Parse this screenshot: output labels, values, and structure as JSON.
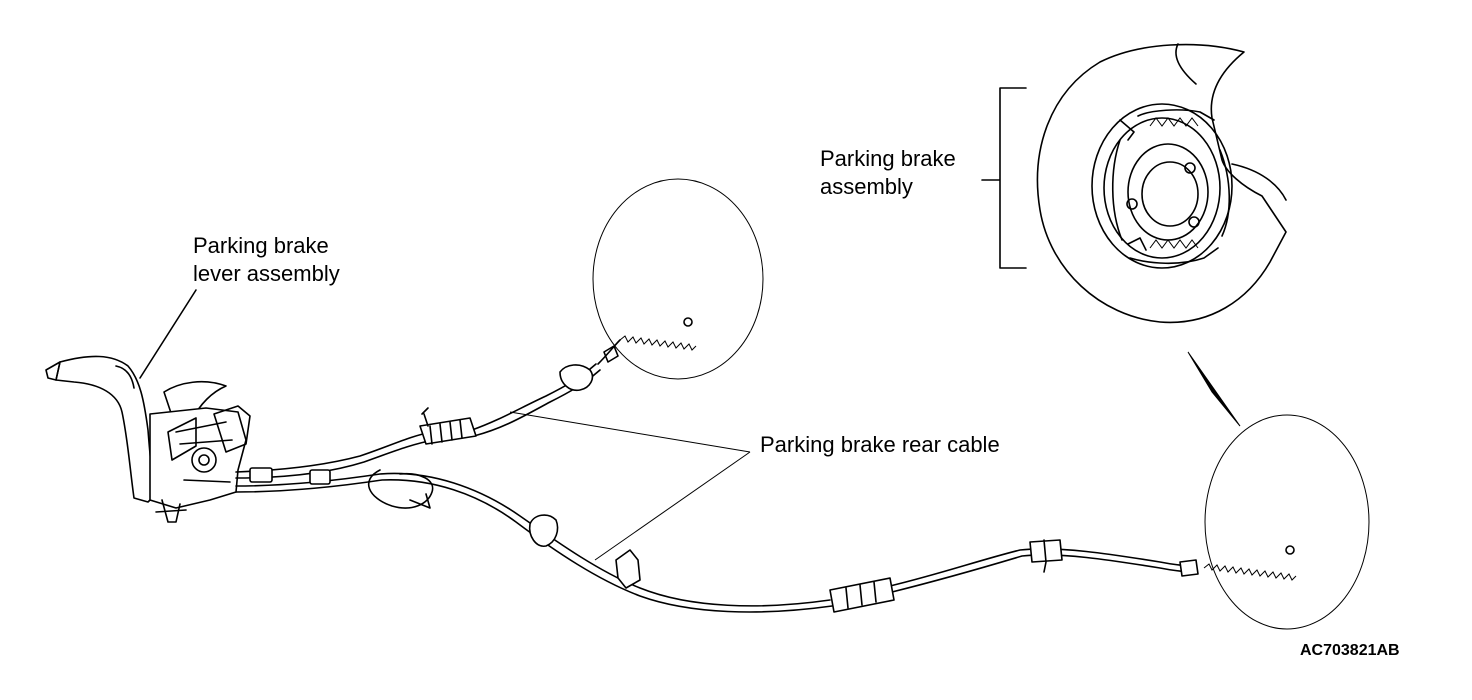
{
  "labels": {
    "lever_line1": "Parking brake",
    "lever_line2": "lever assembly",
    "assembly_line1": "Parking brake",
    "assembly_line2": "assembly",
    "rear_cable": "Parking brake rear cable"
  },
  "figure_code": "AC703821AB"
}
